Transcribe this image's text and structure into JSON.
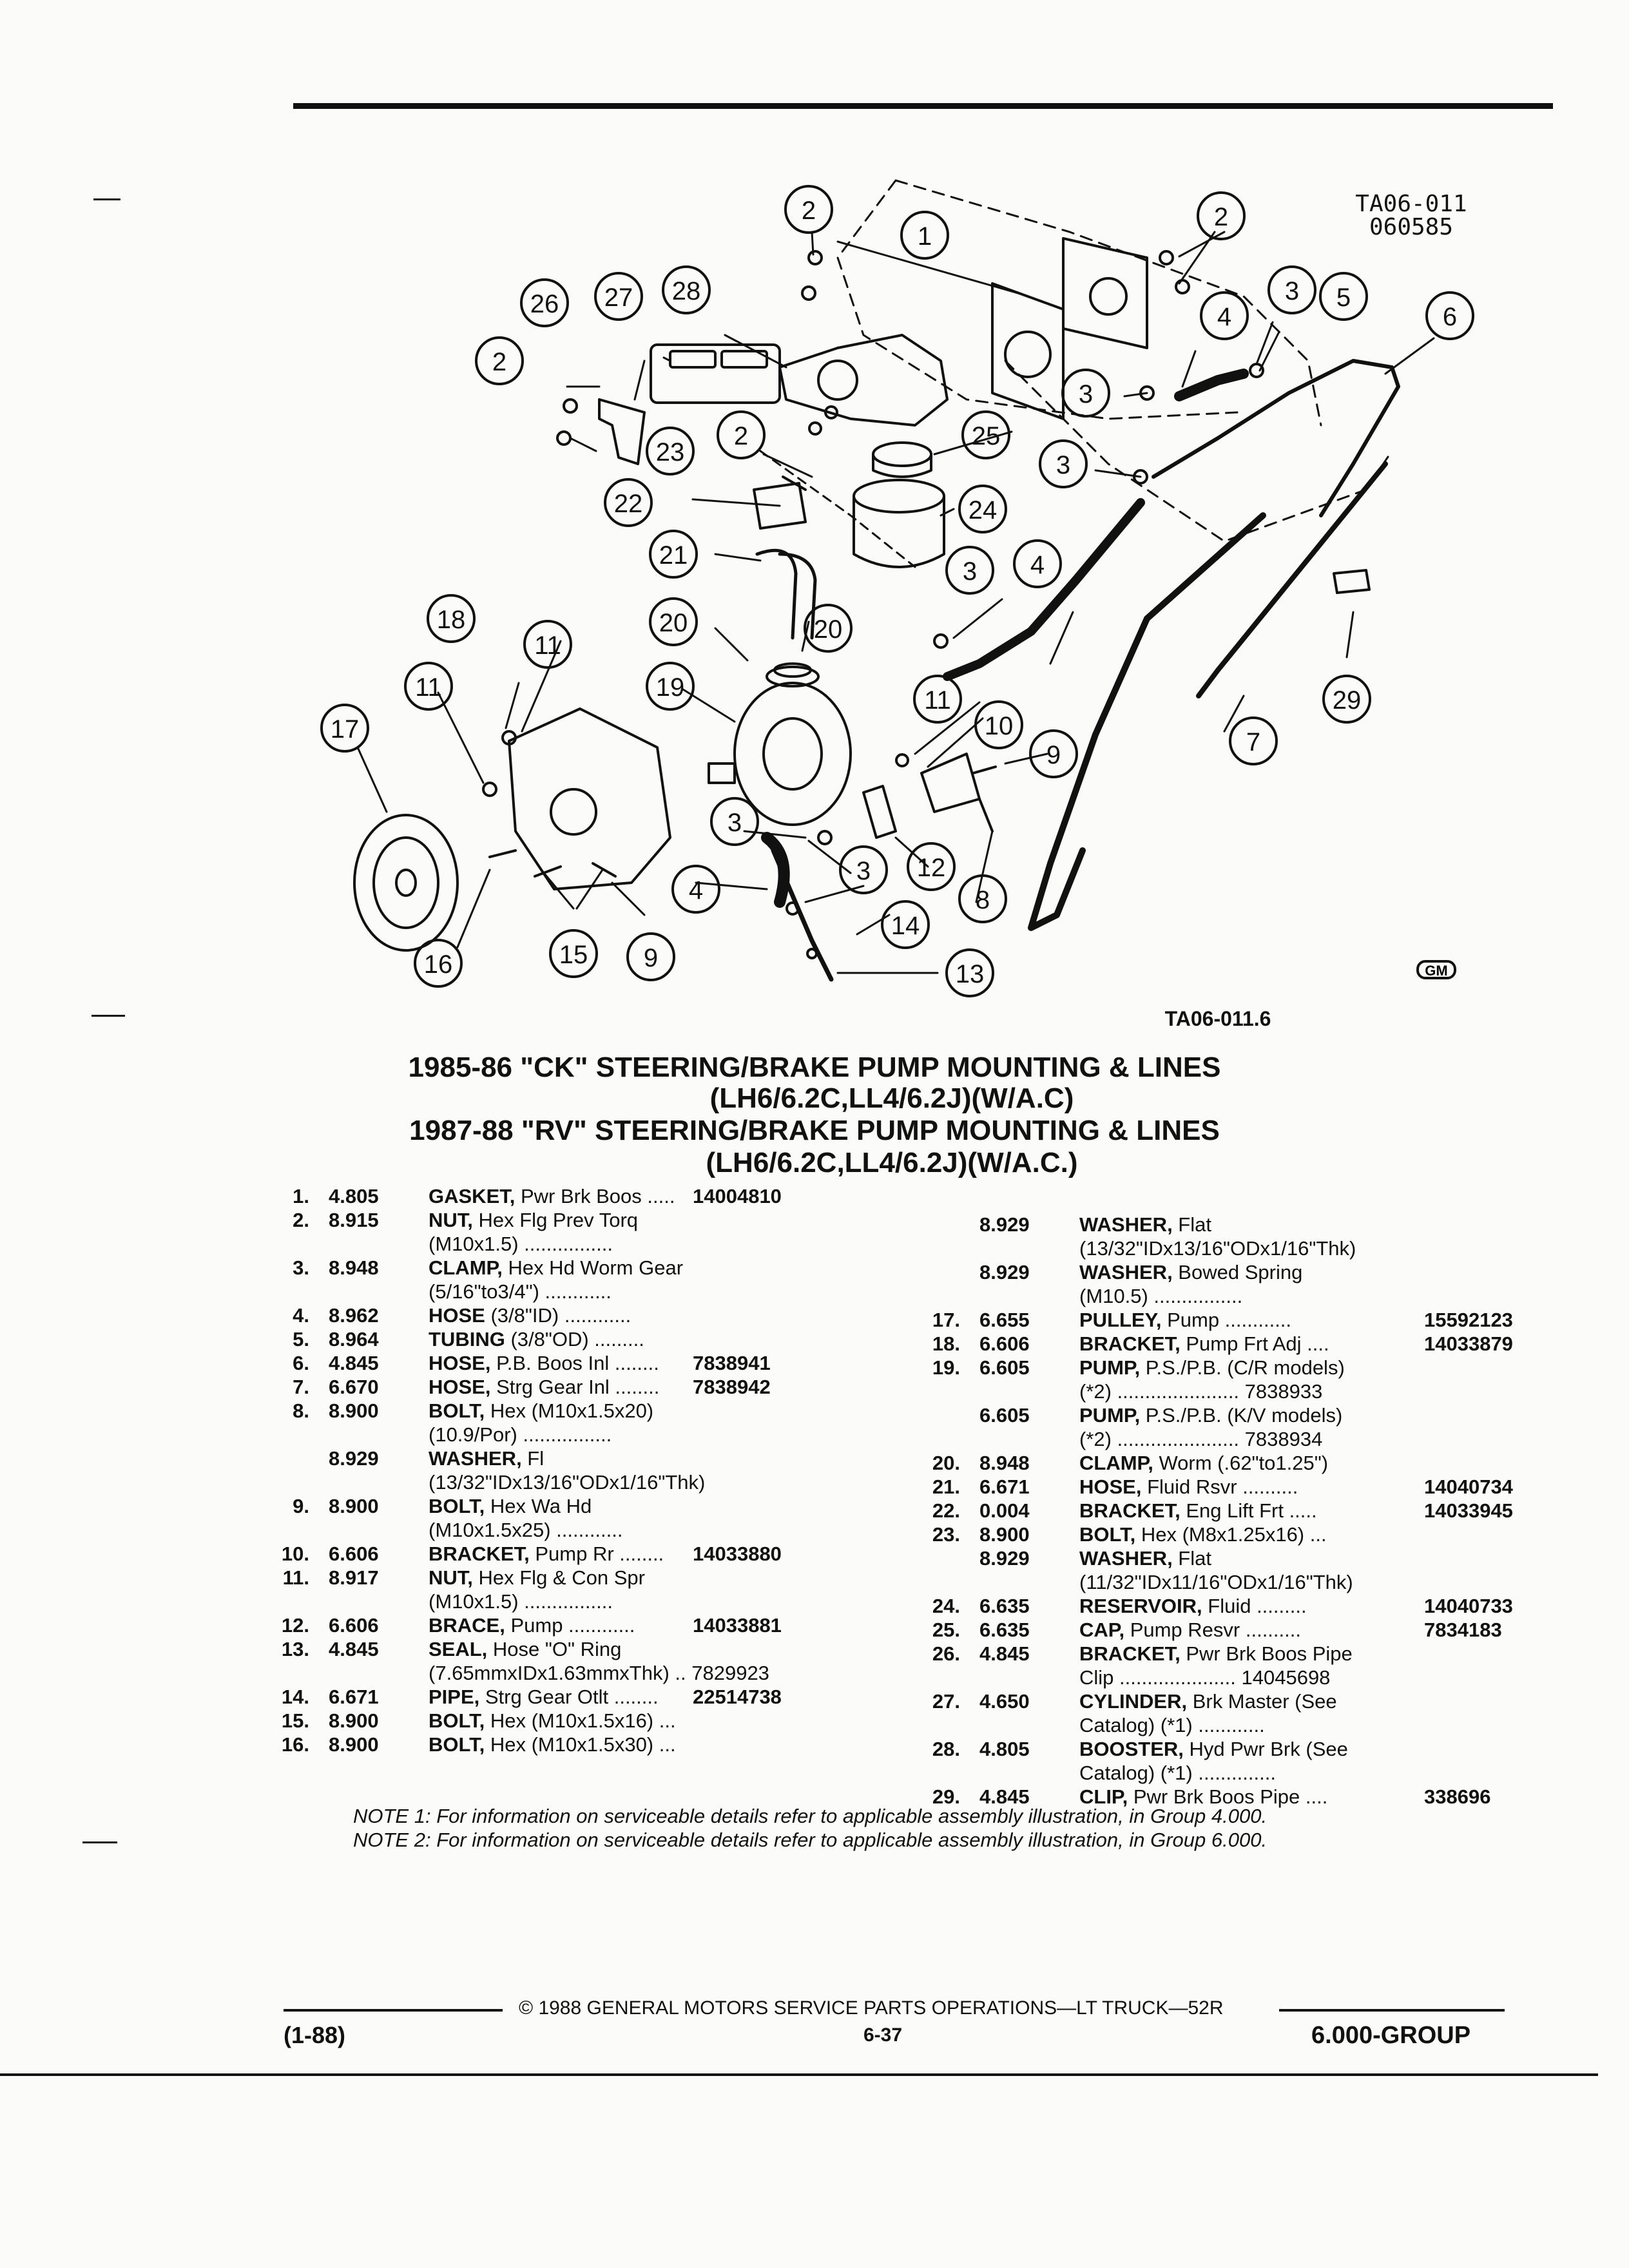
{
  "figure_ref": {
    "top_code": "TA06-011",
    "top_date": "060585",
    "bottom_code": "TA06-011.6"
  },
  "callouts": [
    "1",
    "2",
    "3",
    "4",
    "5",
    "6",
    "7",
    "8",
    "9",
    "10",
    "11",
    "12",
    "13",
    "14",
    "15",
    "16",
    "17",
    "18",
    "19",
    "20",
    "21",
    "22",
    "23",
    "24",
    "25",
    "26",
    "27",
    "28",
    "29"
  ],
  "title_lines": [
    "1985-86 \"CK\" STEERING/BRAKE PUMP MOUNTING & LINES",
    "(LH6/6.2C,LL4/6.2J)(W/A.C)",
    "1987-88 \"RV\" STEERING/BRAKE PUMP MOUNTING & LINES",
    "(LH6/6.2C,LL4/6.2J)(W/A.C.)"
  ],
  "parts_left": [
    {
      "num": "1.",
      "code": "4.805",
      "name": "GASKET,",
      "desc": " Pwr Brk Boos",
      "dots": " .....",
      "pn": "14004810",
      "cont": []
    },
    {
      "num": "2.",
      "code": "8.915",
      "name": "NUT,",
      "desc": " Hex Flg Prev Torq",
      "dots": "",
      "pn": "",
      "cont": [
        "(M10x1.5) ................"
      ]
    },
    {
      "num": "3.",
      "code": "8.948",
      "name": "CLAMP,",
      "desc": " Hex Hd Worm Gear",
      "dots": "",
      "pn": "",
      "cont": [
        "(5/16\"to3/4\") ............"
      ]
    },
    {
      "num": "4.",
      "code": "8.962",
      "name": "HOSE",
      "desc": " (3/8\"ID) ............",
      "dots": "",
      "pn": "",
      "cont": []
    },
    {
      "num": "5.",
      "code": "8.964",
      "name": "TUBING",
      "desc": " (3/8\"OD) .........",
      "dots": "",
      "pn": "",
      "cont": []
    },
    {
      "num": "6.",
      "code": "4.845",
      "name": "HOSE,",
      "desc": " P.B. Boos Inl ........",
      "dots": "",
      "pn": "7838941",
      "cont": []
    },
    {
      "num": "7.",
      "code": "6.670",
      "name": "HOSE,",
      "desc": " Strg Gear Inl ........",
      "dots": "",
      "pn": "7838942",
      "cont": []
    },
    {
      "num": "8.",
      "code": "8.900",
      "name": "BOLT,",
      "desc": " Hex (M10x1.5x20)",
      "dots": "",
      "pn": "",
      "cont": [
        "(10.9/Por) ................"
      ]
    },
    {
      "num": "",
      "code": "8.929",
      "name": "WASHER,",
      "desc": " Fl",
      "dots": "",
      "pn": "",
      "cont": [
        "(13/32\"IDx13/16\"ODx1/16\"Thk)"
      ]
    },
    {
      "num": "9.",
      "code": "8.900",
      "name": "BOLT,",
      "desc": " Hex Wa Hd",
      "dots": "",
      "pn": "",
      "cont": [
        "(M10x1.5x25) ............"
      ]
    },
    {
      "num": "10.",
      "code": "6.606",
      "name": "BRACKET,",
      "desc": " Pump Rr ........",
      "dots": "",
      "pn": "14033880",
      "cont": []
    },
    {
      "num": "11.",
      "code": "8.917",
      "name": "NUT,",
      "desc": " Hex Flg & Con Spr",
      "dots": "",
      "pn": "",
      "cont": [
        "(M10x1.5) ................"
      ]
    },
    {
      "num": "12.",
      "code": "6.606",
      "name": "BRACE,",
      "desc": " Pump ............",
      "dots": "",
      "pn": "14033881",
      "cont": []
    },
    {
      "num": "13.",
      "code": "4.845",
      "name": "SEAL,",
      "desc": " Hose \"O\" Ring",
      "dots": "",
      "pn": "",
      "cont": [
        "(7.65mmxIDx1.63mmxThk) .. 7829923"
      ]
    },
    {
      "num": "14.",
      "code": "6.671",
      "name": "PIPE,",
      "desc": " Strg Gear Otlt ........",
      "dots": "",
      "pn": "22514738",
      "cont": []
    },
    {
      "num": "15.",
      "code": "8.900",
      "name": "BOLT,",
      "desc": " Hex (M10x1.5x16) ...",
      "dots": "",
      "pn": "",
      "cont": []
    },
    {
      "num": "16.",
      "code": "8.900",
      "name": "BOLT,",
      "desc": " Hex (M10x1.5x30) ...",
      "dots": "",
      "pn": "",
      "cont": []
    }
  ],
  "parts_right": [
    {
      "num": "",
      "code": "8.929",
      "name": "WASHER,",
      "desc": " Flat",
      "pn": "",
      "cont": [
        "(13/32\"IDx13/16\"ODx1/16\"Thk)"
      ]
    },
    {
      "num": "",
      "code": "8.929",
      "name": "WASHER,",
      "desc": " Bowed Spring",
      "pn": "",
      "cont": [
        "(M10.5) ................"
      ]
    },
    {
      "num": "17.",
      "code": "6.655",
      "name": "PULLEY,",
      "desc": " Pump ............",
      "pn": "15592123",
      "cont": []
    },
    {
      "num": "18.",
      "code": "6.606",
      "name": "BRACKET,",
      "desc": " Pump Frt Adj ....",
      "pn": "14033879",
      "cont": []
    },
    {
      "num": "19.",
      "code": "6.605",
      "name": "PUMP,",
      "desc": " P.S./P.B. (C/R models)",
      "pn": "",
      "cont": [
        "(*2) ...................... 7838933"
      ]
    },
    {
      "num": "",
      "code": "6.605",
      "name": "PUMP,",
      "desc": " P.S./P.B. (K/V models)",
      "pn": "",
      "cont": [
        "(*2) ...................... 7838934"
      ]
    },
    {
      "num": "20.",
      "code": "8.948",
      "name": "CLAMP,",
      "desc": " Worm (.62\"to1.25\")",
      "pn": "",
      "cont": []
    },
    {
      "num": "21.",
      "code": "6.671",
      "name": "HOSE,",
      "desc": " Fluid Rsvr ..........",
      "pn": "14040734",
      "cont": []
    },
    {
      "num": "22.",
      "code": "0.004",
      "name": "BRACKET,",
      "desc": " Eng Lift Frt .....",
      "pn": "14033945",
      "cont": []
    },
    {
      "num": "23.",
      "code": "8.900",
      "name": "BOLT,",
      "desc": " Hex (M8x1.25x16) ...",
      "pn": "",
      "cont": []
    },
    {
      "num": "",
      "code": "8.929",
      "name": "WASHER,",
      "desc": " Flat",
      "pn": "",
      "cont": [
        "(11/32\"IDx11/16\"ODx1/16\"Thk)"
      ]
    },
    {
      "num": "24.",
      "code": "6.635",
      "name": "RESERVOIR,",
      "desc": " Fluid .........",
      "pn": "14040733",
      "cont": []
    },
    {
      "num": "25.",
      "code": "6.635",
      "name": "CAP,",
      "desc": " Pump Resvr ..........",
      "pn": "7834183",
      "cont": []
    },
    {
      "num": "26.",
      "code": "4.845",
      "name": "BRACKET,",
      "desc": " Pwr Brk Boos Pipe",
      "pn": "",
      "cont": [
        "Clip ..................... 14045698"
      ]
    },
    {
      "num": "27.",
      "code": "4.650",
      "name": "CYLINDER,",
      "desc": " Brk Master (See",
      "pn": "",
      "cont": [
        "Catalog) (*1) ............"
      ]
    },
    {
      "num": "28.",
      "code": "4.805",
      "name": "BOOSTER,",
      "desc": " Hyd Pwr Brk (See",
      "pn": "",
      "cont": [
        "Catalog) (*1) .............."
      ]
    },
    {
      "num": "29.",
      "code": "4.845",
      "name": "CLIP,",
      "desc": " Pwr Brk Boos Pipe ....",
      "pn": "338696",
      "cont": []
    }
  ],
  "notes": [
    "NOTE 1: For information on serviceable details refer to applicable assembly illustration, in Group  4.000.",
    "NOTE 2: For information on serviceable details refer to applicable assembly illustration, in Group  6.000."
  ],
  "footer": {
    "copyright": "©  1988  GENERAL MOTORS SERVICE PARTS OPERATIONS—LT TRUCK—52R",
    "date_code": "(1-88)",
    "page": "6-37",
    "group": "6.000-GROUP"
  },
  "logo_text": "GM"
}
